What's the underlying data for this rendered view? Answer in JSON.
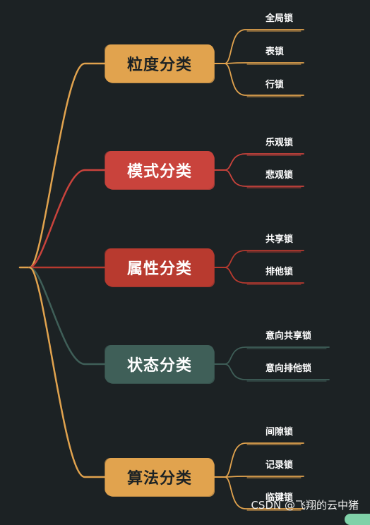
{
  "colors": {
    "background": "#1c2224",
    "gold": "#e1a34e",
    "red": "#c9433c",
    "dark_red": "#b83a2f",
    "teal": "#3f5f58",
    "text_dark": "#1c2224",
    "text_light": "#ffffff"
  },
  "mindmap": {
    "categories": [
      {
        "label": "粒度分类",
        "color": "#e1a34e",
        "text_color": "#1c2224",
        "children": [
          "全局锁",
          "表锁",
          "行锁"
        ]
      },
      {
        "label": "模式分类",
        "color": "#c9433c",
        "text_color": "#ffffff",
        "children": [
          "乐观锁",
          "悲观锁"
        ]
      },
      {
        "label": "属性分类",
        "color": "#b83a2f",
        "text_color": "#ffffff",
        "children": [
          "共享锁",
          "排他锁"
        ]
      },
      {
        "label": "状态分类",
        "color": "#3f5f58",
        "text_color": "#ffffff",
        "children": [
          "意向共享锁",
          "意向排他锁"
        ]
      },
      {
        "label": "算法分类",
        "color": "#e1a34e",
        "text_color": "#1c2224",
        "children": [
          "间隙锁",
          "记录锁",
          "临键锁"
        ]
      }
    ]
  },
  "watermark": "CSDN @飞翔的云中猪"
}
